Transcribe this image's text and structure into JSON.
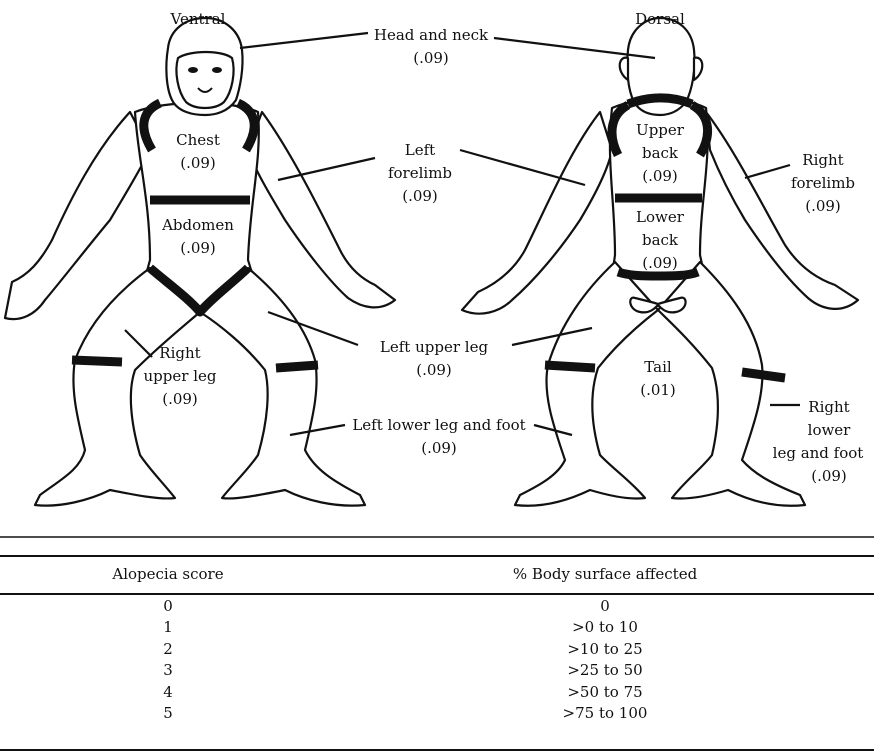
{
  "views": {
    "ventral": "Ventral",
    "dorsal": "Dorsal"
  },
  "regions": {
    "head_neck": {
      "name": "Head and neck",
      "value": "(.09)"
    },
    "chest": {
      "name": "Chest",
      "value": "(.09)"
    },
    "abdomen": {
      "name": "Abdomen",
      "value": "(.09)"
    },
    "left_forelimb": {
      "line1": "Left",
      "line2": "forelimb",
      "value": "(.09)"
    },
    "right_upper_leg": {
      "line1": "Right",
      "line2": "upper leg",
      "value": "(.09)"
    },
    "left_upper_leg": {
      "name": "Left upper leg",
      "value": "(.09)"
    },
    "left_lower_leg": {
      "name": "Left lower leg and foot",
      "value": "(.09)"
    },
    "upper_back": {
      "line1": "Upper",
      "line2": "back",
      "value": "(.09)"
    },
    "lower_back": {
      "line1": "Lower",
      "line2": "back",
      "value": "(.09)"
    },
    "right_forelimb": {
      "line1": "Right",
      "line2": "forelimb",
      "value": "(.09)"
    },
    "tail": {
      "name": "Tail",
      "value": "(.01)"
    },
    "right_lower_leg": {
      "line1": "Right",
      "line2": "lower",
      "line3": "leg and foot",
      "value": "(.09)"
    }
  },
  "table": {
    "headers": [
      "Alopecia score",
      "% Body surface affected"
    ],
    "rows": [
      [
        "0",
        "0"
      ],
      [
        "1",
        ">0 to 10"
      ],
      [
        "2",
        ">10 to 25"
      ],
      [
        "3",
        ">25 to 50"
      ],
      [
        "4",
        ">50 to 75"
      ],
      [
        "5",
        ">75 to 100"
      ]
    ]
  }
}
